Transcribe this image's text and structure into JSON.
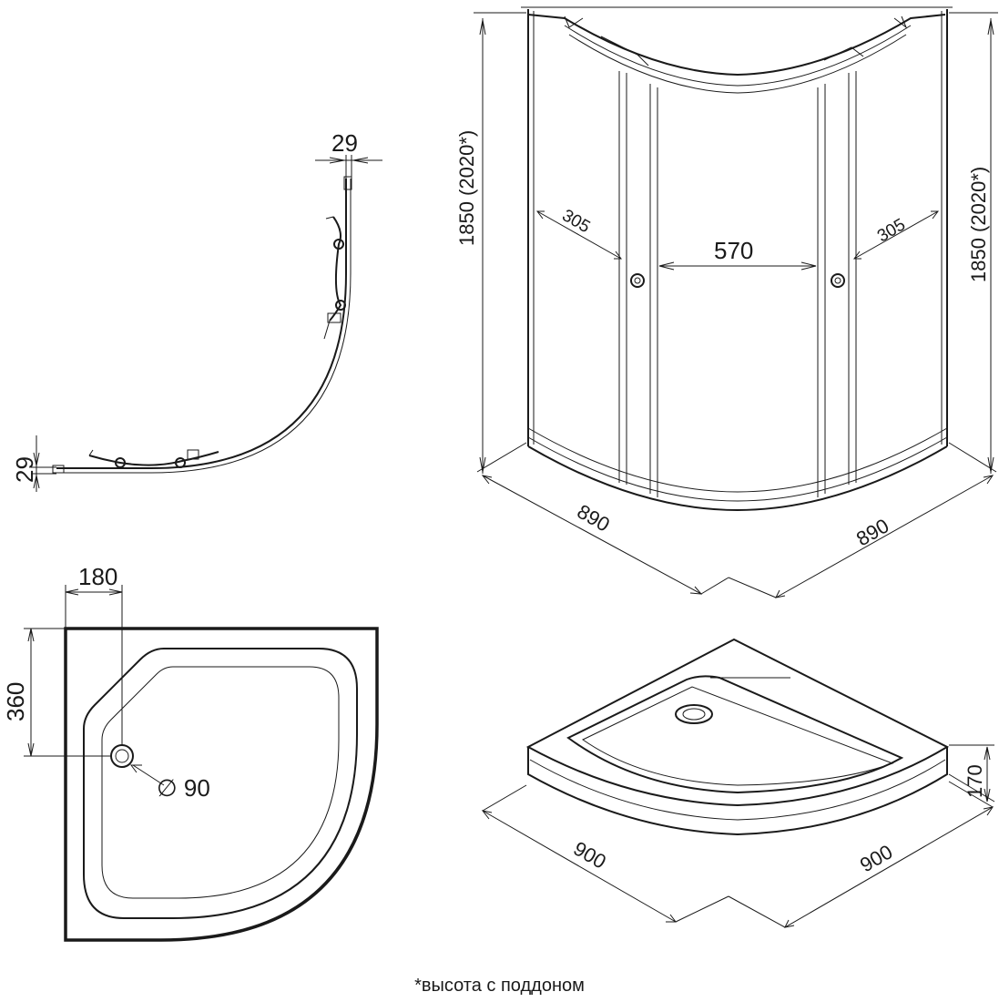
{
  "top_view": {
    "frame_width": "29",
    "frame_depth": "29"
  },
  "cabin": {
    "height_left": "1850  (2020*)",
    "height_right": "1850  (2020*)",
    "fixed_panel_left": "305",
    "door_opening": "570",
    "fixed_panel_right": "305",
    "depth_left": "890",
    "depth_right": "890"
  },
  "tray_plan": {
    "drain_offset_x": "180",
    "drain_offset_y": "360",
    "drain_diameter": "∅ 90"
  },
  "tray_iso": {
    "width_left": "900",
    "width_right": "900",
    "height": "170"
  },
  "footnote": "*высота с поддоном"
}
